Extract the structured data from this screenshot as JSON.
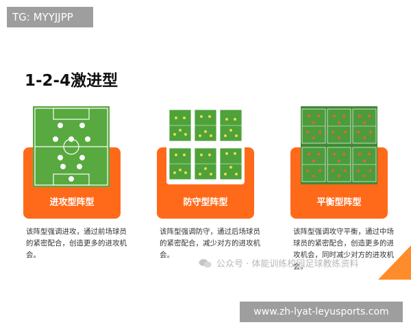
{
  "tag": "TG: MYYJJPP",
  "title": "1-2-4激进型",
  "cards": [
    {
      "label": "进攻型阵型",
      "desc_lines": [
        "该阵型强调进攻，通过前场球员",
        "的紧密配合，创造更多的进攻机",
        "会。"
      ]
    },
    {
      "label": "防守型阵型",
      "desc_lines": [
        "该阵型强调防守，通过后场球员",
        "的紧密配合，减少对方的进攻机",
        "会。"
      ]
    },
    {
      "label": "平衡型阵型",
      "desc_lines": [
        "该阵型强调攻守平衡，通过中场",
        "球员的紧密配合，创造更多的进",
        "攻机会，同时减少对方的进攻机",
        "会。"
      ]
    }
  ],
  "watermark": "公众号 · 体能训练校园足球教练资料",
  "url": "www.zh-lyat-leyusports.com",
  "colors": {
    "orange": "#ff6a1a",
    "pitch": "#4ea23a",
    "accent_corner": "#ff8c2a"
  }
}
